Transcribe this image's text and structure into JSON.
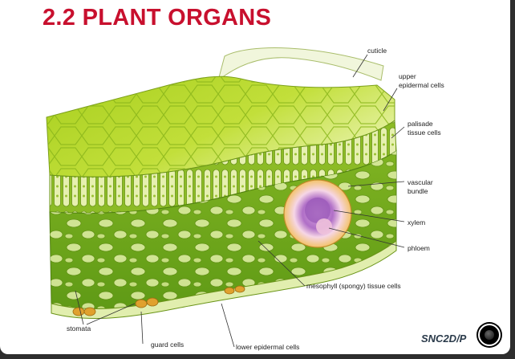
{
  "slide": {
    "title": "2.2 PLANT ORGANS",
    "course_code": "SNC2D/P"
  },
  "diagram": {
    "labels": {
      "cuticle": "cuticle",
      "upper_epidermal_1": "upper",
      "upper_epidermal_2": "epidermal cells",
      "palisade_1": "palisade",
      "palisade_2": "tissue cells",
      "vascular_1": "vascular",
      "vascular_2": "bundle",
      "xylem": "xylem",
      "phloem": "phloem",
      "mesophyll": "mesophyll (spongy) tissue cells",
      "stomata": "stomata",
      "guard_cells": "guard cells",
      "lower_epidermal": "lower epidermal cells"
    }
  },
  "colors": {
    "title": "#c8102e",
    "leaf_surface": "#b8d92a",
    "palisade": "#d9ea8a",
    "spongy": "#7fb321",
    "xylem": "#b06fc7",
    "guard_cells": "#e0a12e"
  }
}
